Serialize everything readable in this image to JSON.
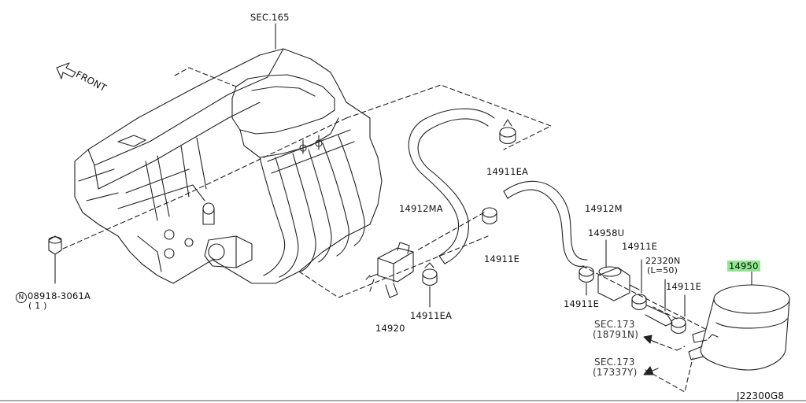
{
  "labels": {
    "sec165": "SEC.165",
    "front": "FRONT",
    "p14911ea_top": "14911EA",
    "p14912ma": "14912MA",
    "p14912m": "14912M",
    "p14958u": "14958U",
    "p14911e_a": "14911E",
    "p14911e_b": "14911E",
    "p14911e_c": "14911E",
    "p14911e_d": "14911E",
    "p22320n": "22320N",
    "p22320n_len": "(L=50)",
    "p14950": "14950",
    "p14920": "14920",
    "p14911ea_bot": "14911EA",
    "p08918": "08918-3061A",
    "p08918_qty": "( 1 )",
    "n_mark": "N",
    "sec173_a": "SEC.173",
    "sec173_a_ref": "(18791N)",
    "sec173_b": "SEC.173",
    "sec173_b_ref": "(17337Y)",
    "drawing_ref": "J22300G8"
  },
  "colors": {
    "line": "#222222",
    "highlight": "#8fe88f"
  }
}
